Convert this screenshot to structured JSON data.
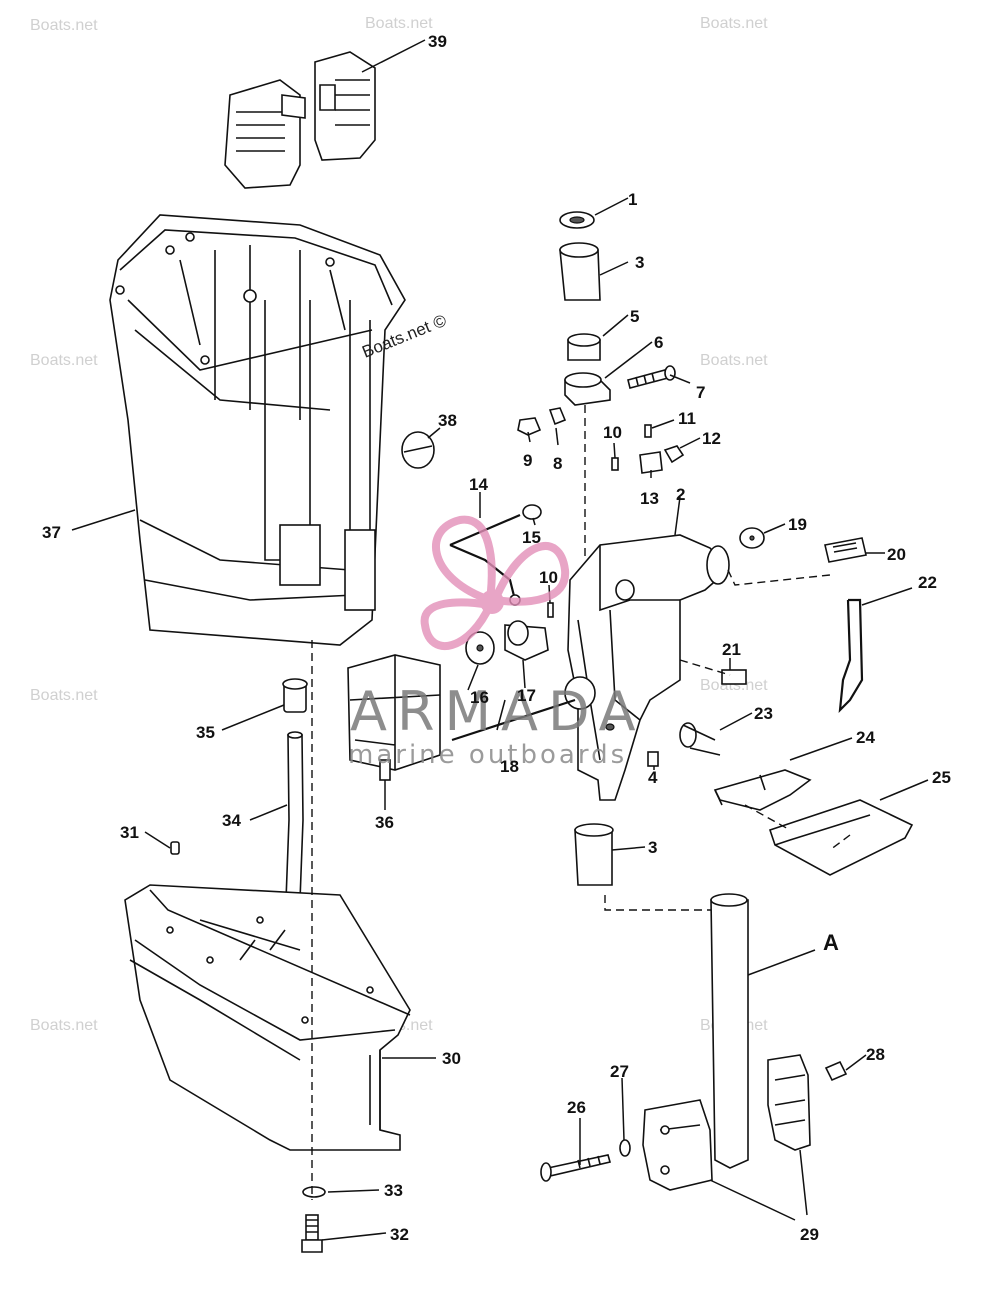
{
  "watermarks": {
    "site": "Boats.net",
    "site_copyright": "Boats.net ©",
    "brand_name": "ARMADA",
    "brand_tagline": "marine outboards",
    "brand_colors": {
      "propeller": "#e38fb8",
      "text": "#7a7a7a"
    }
  },
  "callouts": {
    "c1": "1",
    "c2": "2",
    "c3a": "3",
    "c3b": "3",
    "c4": "4",
    "c5": "5",
    "c6": "6",
    "c7": "7",
    "c8": "8",
    "c9": "9",
    "c10a": "10",
    "c10b": "10",
    "c11": "11",
    "c12": "12",
    "c13": "13",
    "c14": "14",
    "c15": "15",
    "c16": "16",
    "c17": "17",
    "c18": "18",
    "c19": "19",
    "c20": "20",
    "c21": "21",
    "c22": "22",
    "c23": "23",
    "c24": "24",
    "c25": "25",
    "c26": "26",
    "c27": "27",
    "c28": "28",
    "c29": "29",
    "c30": "30",
    "c31": "31",
    "c32": "32",
    "c33": "33",
    "c34": "34",
    "c35": "35",
    "c36": "36",
    "c37": "37",
    "c38": "38",
    "c39": "39",
    "cA": "A"
  }
}
